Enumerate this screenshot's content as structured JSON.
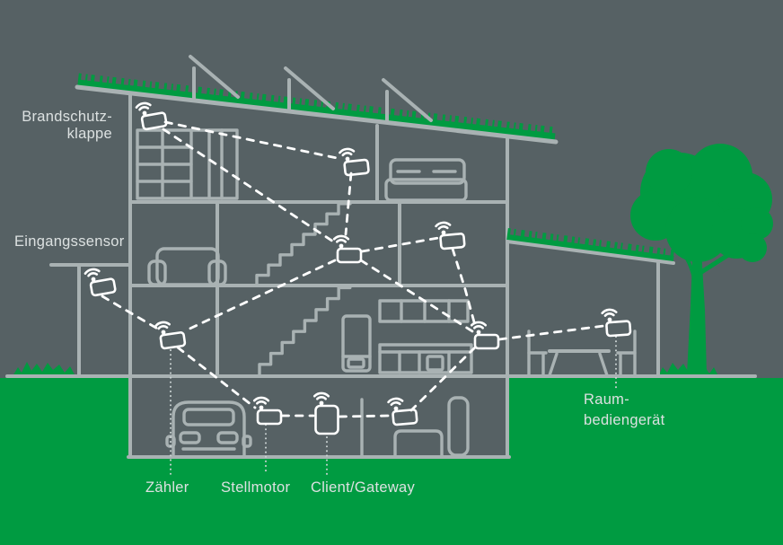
{
  "colors": {
    "background": "#566164",
    "accent_green": "#009b41",
    "building_line": "#a9b2b3",
    "device_white": "#ffffff",
    "label_text": "#dce1e1"
  },
  "labels": {
    "brandschutzklappe": "Brandschutz-\nklappe",
    "eingangssensor": "Eingangssensor",
    "zaehler": "Zähler",
    "stellmotor": "Stellmotor",
    "client_gateway": "Client/Gateway",
    "raumbediengeraet": "Raum-\nbediengerät"
  },
  "icons": {
    "wifi-device": "rounded rectangle with wifi signal arcs and dot",
    "client-gateway-device": "portrait rounded rectangle (tablet) with wifi signal arcs and dot"
  },
  "diagram": {
    "type": "wireless-network-in-building-cross-section",
    "nodes": [
      {
        "id": "brandschutzklappe",
        "label": "Brandschutz-klappe"
      },
      {
        "id": "bedroom-device",
        "label": ""
      },
      {
        "id": "eingangssensor",
        "label": "Eingangssensor"
      },
      {
        "id": "central-device",
        "label": ""
      },
      {
        "id": "upper-room-device",
        "label": ""
      },
      {
        "id": "living-room-device",
        "label": ""
      },
      {
        "id": "zaehler",
        "label": "Zähler"
      },
      {
        "id": "stellmotor",
        "label": "Stellmotor"
      },
      {
        "id": "client-gateway",
        "label": "Client/Gateway"
      },
      {
        "id": "basement-device",
        "label": ""
      },
      {
        "id": "raumbediengeraet",
        "label": "Raum-bediengerät"
      }
    ],
    "connections": [
      {
        "from": "brandschutzklappe",
        "to": "bedroom-device"
      },
      {
        "from": "brandschutzklappe",
        "to": "central-device"
      },
      {
        "from": "bedroom-device",
        "to": "central-device"
      },
      {
        "from": "central-device",
        "to": "upper-room-device"
      },
      {
        "from": "central-device",
        "to": "living-room-device"
      },
      {
        "from": "central-device",
        "to": "zaehler"
      },
      {
        "from": "eingangssensor",
        "to": "zaehler"
      },
      {
        "from": "zaehler",
        "to": "stellmotor"
      },
      {
        "from": "stellmotor",
        "to": "client-gateway"
      },
      {
        "from": "client-gateway",
        "to": "basement-device"
      },
      {
        "from": "upper-room-device",
        "to": "living-room-device"
      },
      {
        "from": "living-room-device",
        "to": "basement-device"
      },
      {
        "from": "living-room-device",
        "to": "raumbediengeraet"
      }
    ]
  }
}
